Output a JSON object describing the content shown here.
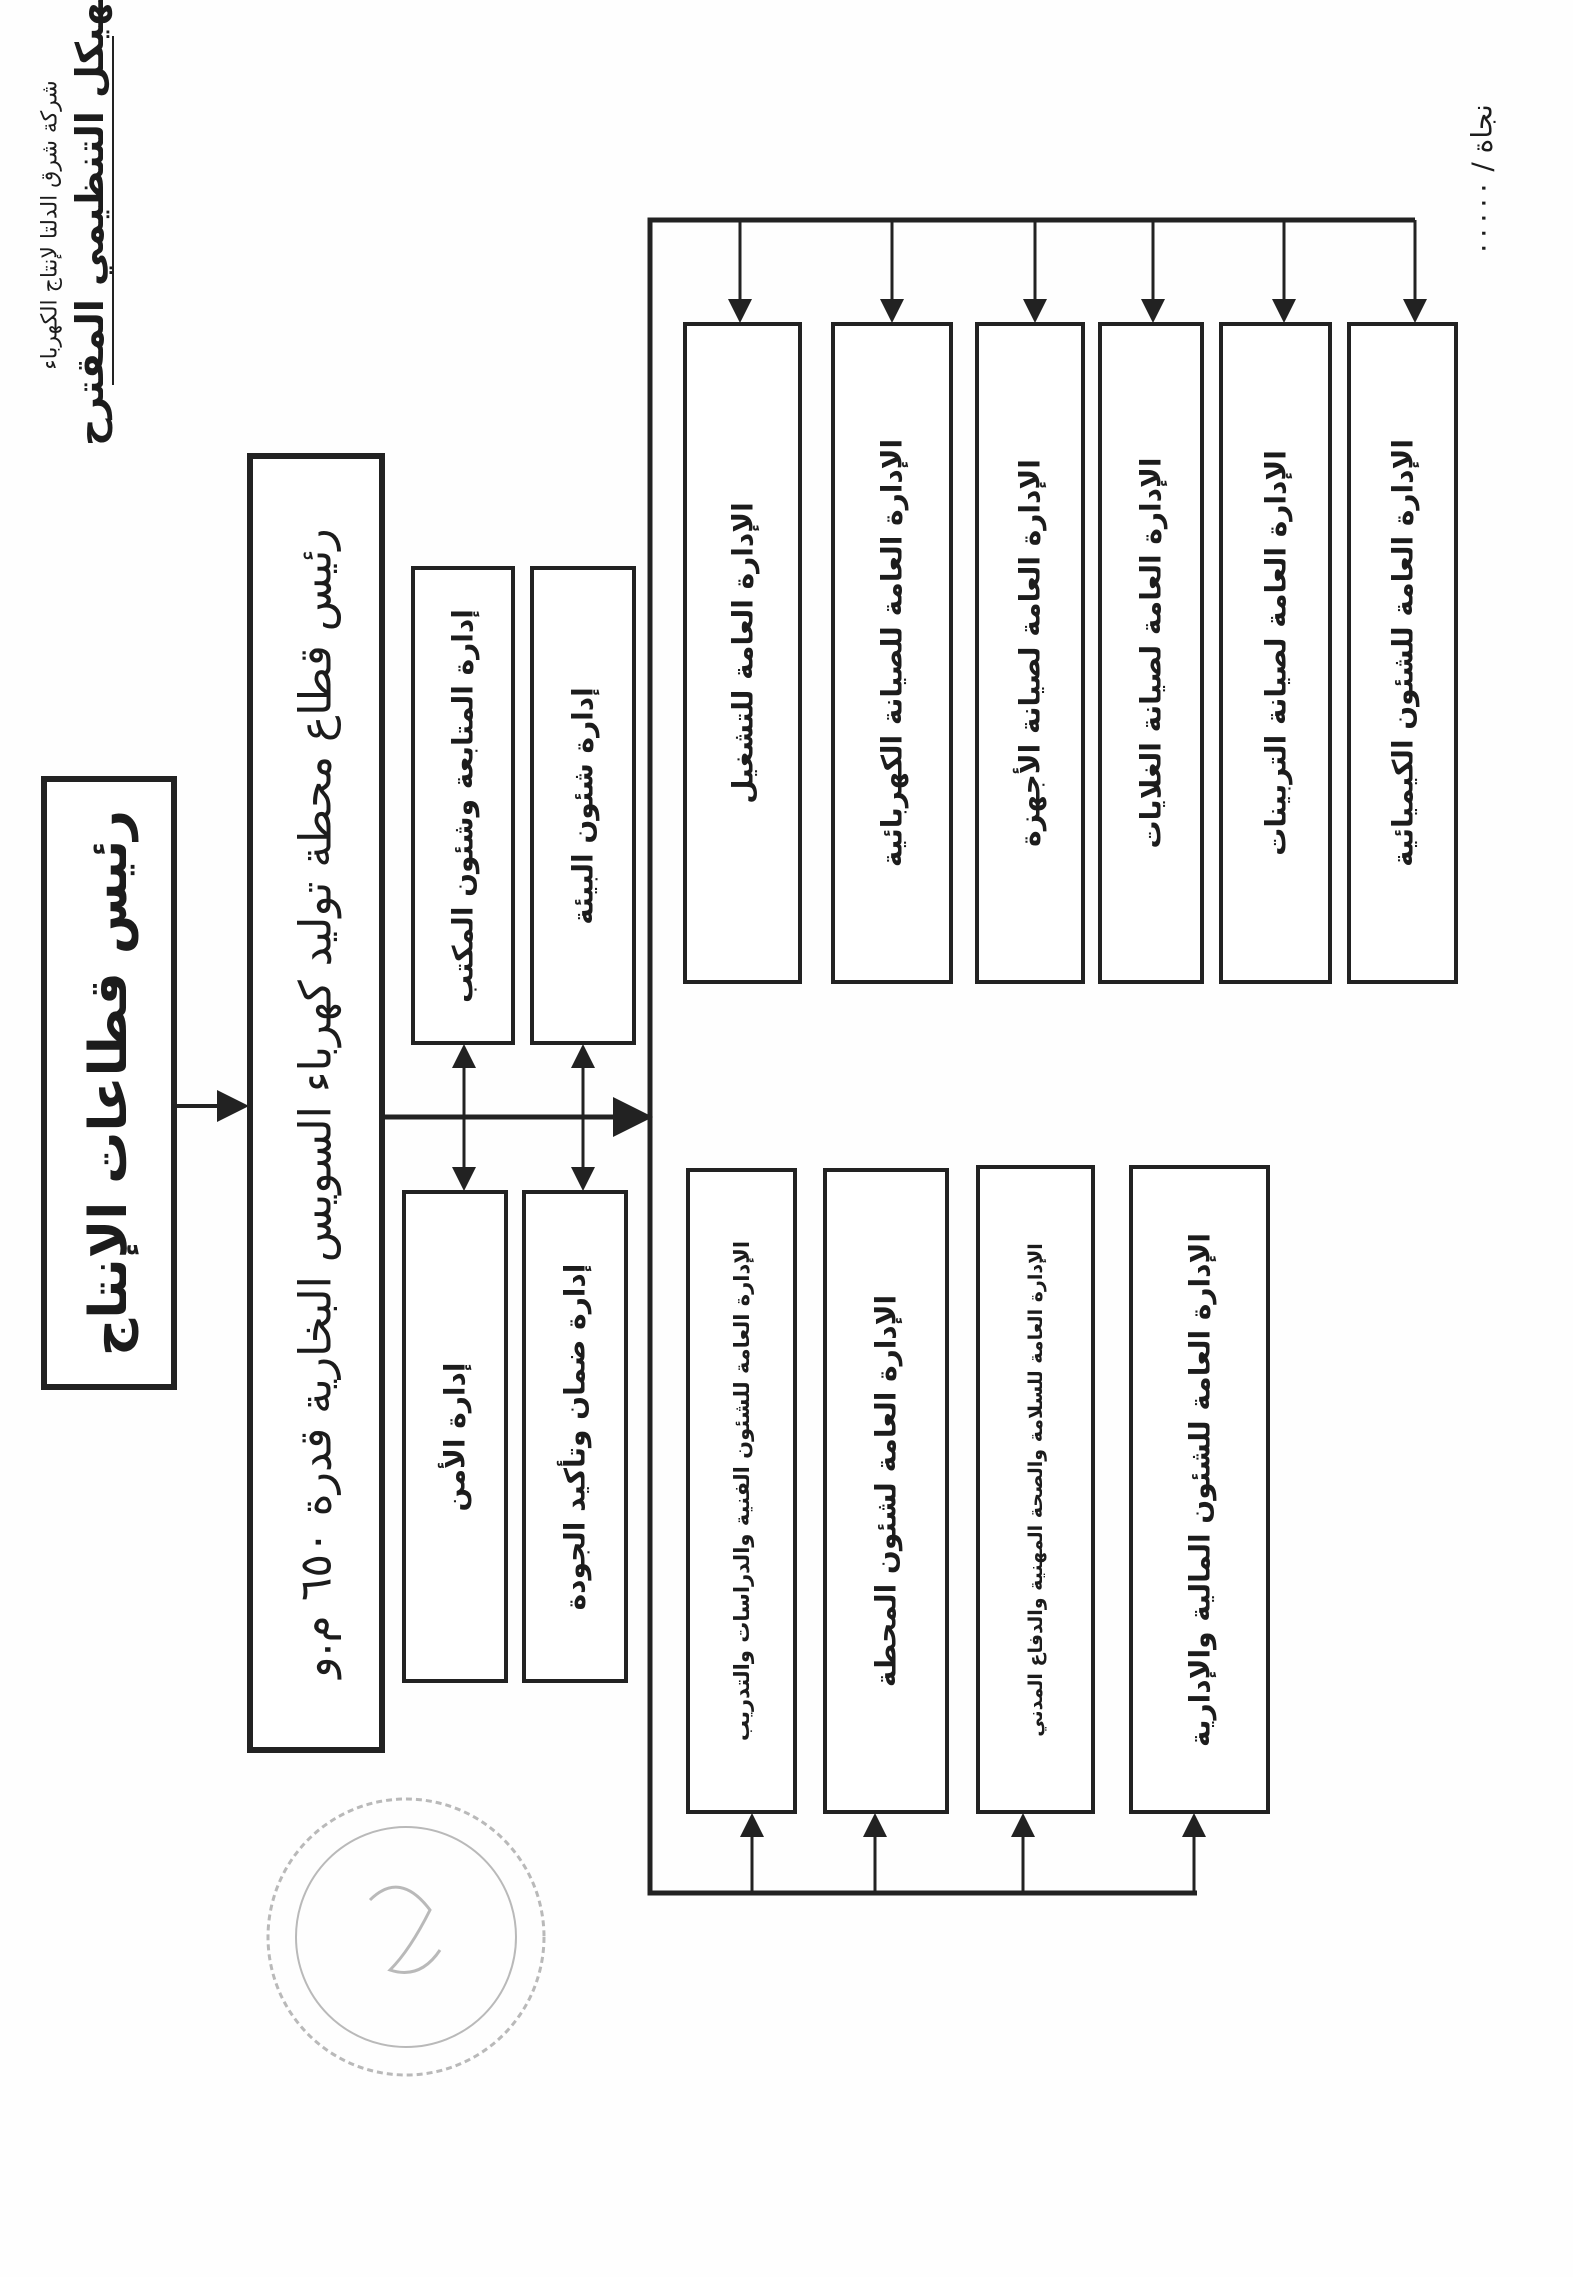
{
  "header": {
    "company": "شركة شرق الدلتا لإنتاج الكهرباء",
    "title": "الهيكل التنظيمي المقترح",
    "reference": "نجاة / ٠٠٠٠٠"
  },
  "top": {
    "head": "رئيس قطاعات الإنتاج",
    "station_head": "رئيس قطاع محطة توليد كهرباء السويس البخارية قدرة ٦٥٠ م.و"
  },
  "staff": {
    "followup": "إدارة المتابعة وشئون المكتب",
    "environment": "إدارة شئون البيئة",
    "security": "إدارة الأمن",
    "quality": "إدارة ضمان وتأكيد الجودة"
  },
  "upper_departments": [
    "الإدارة العامة للتشغيل",
    "الإدارة العامة للصيانة الكهربائية",
    "الإدارة العامة لصيانة الأجهزة",
    "الإدارة العامة لصيانة الغلايات",
    "الإدارة العامة لصيانة التربينات",
    "الإدارة العامة للشئون الكيميائية"
  ],
  "lower_departments": [
    "الإدارة العامة للشئون الفنية والدراسات والتدريب",
    "الإدارة العامة لشئون المحطة",
    "الإدارة العامة للسلامة والصحة المهنية والدفاع المدني",
    "الإدارة العامة للشئون المالية والإدارية"
  ]
}
